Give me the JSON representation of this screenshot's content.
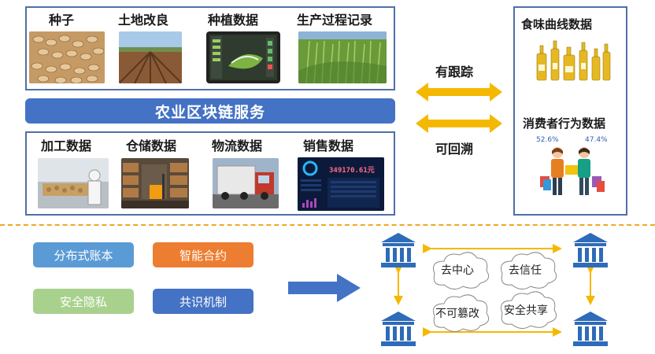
{
  "top_items": [
    {
      "label": "种子"
    },
    {
      "label": "土地改良"
    },
    {
      "label": "种植数据"
    },
    {
      "label": "生产过程记录"
    }
  ],
  "bottom_items": [
    {
      "label": "加工数据"
    },
    {
      "label": "仓储数据"
    },
    {
      "label": "物流数据"
    },
    {
      "label": "销售数据"
    }
  ],
  "chain_service": "农业区块链服务",
  "arrows": {
    "top_label": "有跟踪",
    "bottom_label": "可回溯"
  },
  "right_panel": {
    "title_top": "食味曲线数据",
    "title_bottom": "消费者行为数据",
    "pct_left": "52.6%",
    "pct_right": "47.4%"
  },
  "sales_dashboard": {
    "amount": "349170.61元"
  },
  "features": [
    {
      "label": "分布式账本",
      "color": "#5b9bd5"
    },
    {
      "label": "智能合约",
      "color": "#ed7d31"
    },
    {
      "label": "安全隐私",
      "color": "#a9d18e"
    },
    {
      "label": "共识机制",
      "color": "#4472c4"
    }
  ],
  "properties": [
    {
      "label": "去中心"
    },
    {
      "label": "去信任"
    },
    {
      "label": "不可篡改"
    },
    {
      "label": "安全共享"
    }
  ],
  "colors": {
    "primary": "#4472c4",
    "accent": "#f5b800",
    "divider": "#f5a623",
    "panel_border": "#4f6fa8"
  }
}
